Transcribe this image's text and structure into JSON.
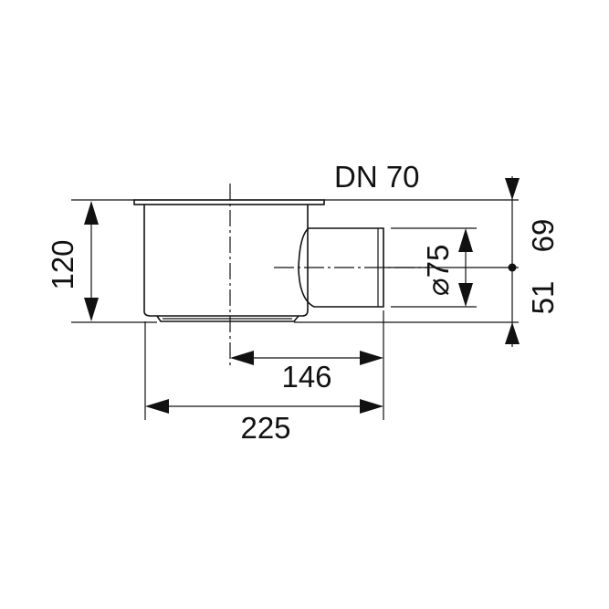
{
  "drawing": {
    "pipe_label": "DN 70",
    "dimensions": {
      "total_height": "120",
      "outlet_diameter": "⌀75",
      "upper_height": "69",
      "lower_height": "51",
      "outlet_offset": "146",
      "total_length": "225"
    },
    "colors": {
      "ink": "#111111",
      "background": "#ffffff"
    }
  }
}
